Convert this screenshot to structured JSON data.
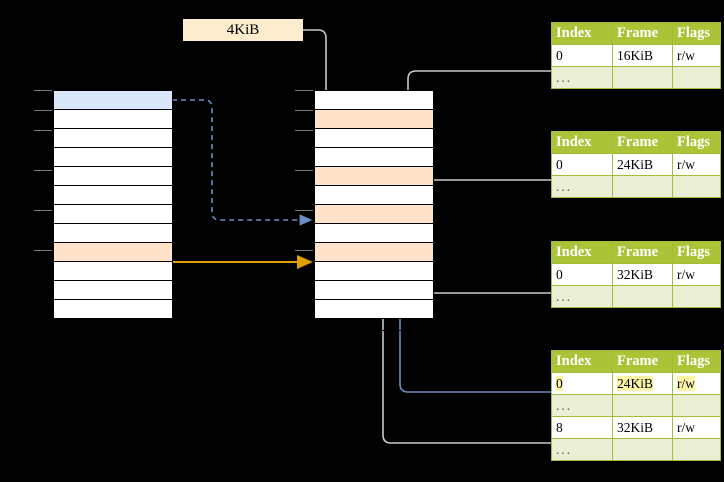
{
  "diagram": {
    "title_label": "4KiB",
    "columns": [
      "Index",
      "Frame",
      "Flags"
    ],
    "tables": [
      {
        "name": "level1-page-table",
        "rows": [
          {
            "index": "0",
            "frame": "16KiB",
            "flags": "r/w",
            "highlight": false
          },
          {
            "index": "...",
            "frame": "",
            "flags": "",
            "ellipsis": true
          }
        ]
      },
      {
        "name": "level2-page-table",
        "rows": [
          {
            "index": "0",
            "frame": "24KiB",
            "flags": "r/w",
            "highlight": false
          },
          {
            "index": "...",
            "frame": "",
            "flags": "",
            "ellipsis": true
          }
        ]
      },
      {
        "name": "level3-page-table",
        "rows": [
          {
            "index": "0",
            "frame": "32KiB",
            "flags": "r/w",
            "highlight": false
          },
          {
            "index": "...",
            "frame": "",
            "flags": "",
            "ellipsis": true
          }
        ]
      },
      {
        "name": "level4-page-table",
        "rows": [
          {
            "index": "0",
            "frame": "24KiB",
            "flags": "r/w",
            "highlight": true
          },
          {
            "index": "...",
            "frame": "",
            "flags": "",
            "ellipsis": true
          },
          {
            "index": "8",
            "frame": "32KiB",
            "flags": "r/w",
            "highlight": false
          },
          {
            "index": "...",
            "frame": "",
            "flags": "",
            "ellipsis": true
          }
        ]
      }
    ],
    "memory_left": {
      "name": "virtual-memory-column",
      "row_count": 12,
      "row_fills": [
        "blue",
        "white",
        "white",
        "white",
        "white",
        "white",
        "white",
        "white",
        "peach",
        "white",
        "white",
        "white"
      ]
    },
    "memory_middle": {
      "name": "physical-memory-column",
      "row_count": 12,
      "row_fills": [
        "white",
        "peach",
        "white",
        "white",
        "peach",
        "white",
        "peach",
        "white",
        "peach",
        "white",
        "white",
        "white"
      ]
    },
    "colors": {
      "header_green": "#aac337",
      "row_alt_green": "#e9eed4",
      "highlight_yellow": "#fdf6a6",
      "peach": "#fde3ca",
      "blue_fill": "#dbe8fb",
      "blue_wire": "#6a8fc4",
      "orange_wire": "#e0a000",
      "gray_wire": "#bdbdbd",
      "label_bg": "#fdeccd"
    }
  }
}
